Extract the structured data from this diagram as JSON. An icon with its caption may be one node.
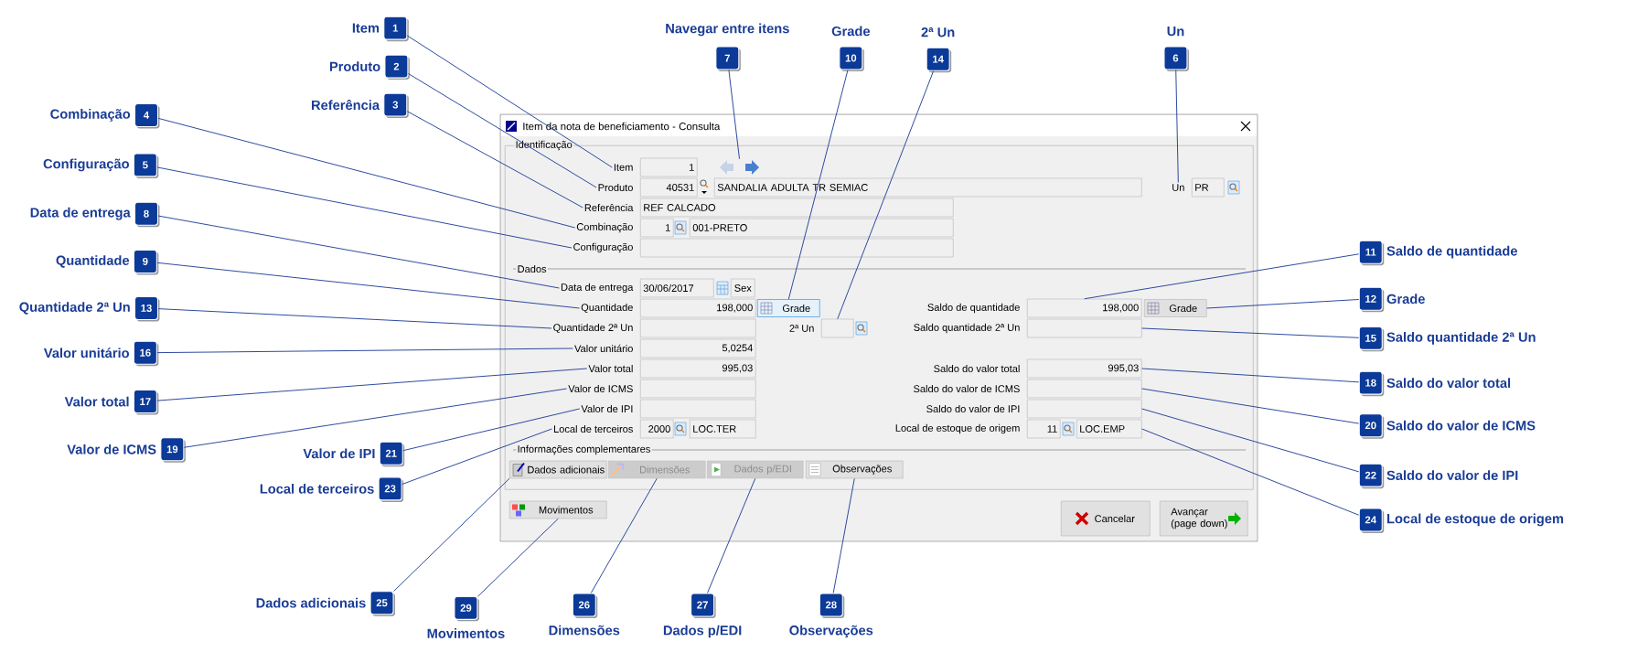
{
  "diagram": {
    "nodes": [
      {
        "text": [
          "Item da nota de beneficiamento - Consulta"
        ]
      },
      {
        "text": [
          "Identificação"
        ],
        "in": 0
      },
      {
        "text": [
          "Item"
        ],
        "in": 1
      },
      {
        "text": [
          "1"
        ],
        "in": 1
      },
      {
        "text": [],
        "shape": "picture",
        "in": 1
      },
      {
        "text": [
          "Produto"
        ],
        "in": 1
      },
      {
        "text": [
          "40531"
        ],
        "in": 1
      },
      {
        "text": [
          "SANDALIA ADULTA TR SEMIAC"
        ],
        "in": 1
      },
      {
        "text": [
          "Un"
        ],
        "in": 1
      },
      {
        "text": [
          "PR"
        ],
        "in": 1
      },
      {
        "text": [
          "Referência"
        ],
        "in": 1
      },
      {
        "text": [
          "REF CALCADO"
        ],
        "in": 1
      },
      {
        "text": [
          "Combinação"
        ],
        "in": 1
      },
      {
        "text": [
          "1"
        ],
        "in": 1
      },
      {
        "text": [
          "001-PRETO"
        ],
        "in": 1
      },
      {
        "text": [
          "Configuração"
        ],
        "in": 1
      },
      {
        "text": [],
        "shape": "box",
        "in": 1
      },
      {
        "text": [
          "Data de entrega"
        ],
        "in": 1
      },
      {
        "text": [
          "30/06/2017"
        ],
        "in": 1
      },
      {
        "text": [
          "Sex"
        ],
        "in": 1
      },
      {
        "text": [
          "Quantidade"
        ],
        "in": 1
      },
      {
        "text": [
          "198,000"
        ],
        "in": 1
      },
      {
        "text": [
          "Grade"
        ],
        "in": 1
      },
      {
        "text": [
          "Quantidade 2ª Un"
        ],
        "in": 1
      },
      {
        "text": [],
        "shape": "box",
        "in": 1
      },
      {
        "text": [],
        "shape": "box",
        "in": 1
      },
      {
        "text": [
          "198,000"
        ],
        "in": 1
      },
      {
        "text": [
          "Grade"
        ],
        "in": 1
      },
      {
        "text": [],
        "shape": "box",
        "in": 1
      },
      {
        "text": [
          "Valor unitário"
        ],
        "in": 1
      },
      {
        "text": [
          "5,0254"
        ],
        "in": 1
      },
      {
        "text": [
          "Valor total"
        ],
        "in": 1
      },
      {
        "text": [
          "995,03"
        ],
        "in": 1
      },
      {
        "text": [
          "995,03"
        ],
        "in": 1
      },
      {
        "text": [
          "Valor de ICMS"
        ],
        "in": 1
      },
      {
        "text": [],
        "shape": "box",
        "in": 1
      },
      {
        "text": [],
        "shape": "box",
        "in": 1
      },
      {
        "text": [
          "Valor de IPI"
        ],
        "in": 1
      },
      {
        "text": [],
        "shape": "box",
        "in": 1
      },
      {
        "text": [],
        "shape": "box",
        "in": 1
      },
      {
        "text": [
          "Local de terceiros"
        ],
        "in": 1
      },
      {
        "text": [
          "2000"
        ],
        "in": 1
      },
      {
        "text": [
          "LOC.TER"
        ],
        "in": 1
      },
      {
        "text": [
          "11"
        ],
        "in": 1
      },
      {
        "text": [
          "LOC.EMP"
        ],
        "in": 1
      },
      {
        "text": [
          "Dados adicionais"
        ],
        "in": 1
      },
      {
        "text": [
          "Dimensões"
        ],
        "in": 1
      },
      {
        "text": [
          "Dados p/EDI"
        ],
        "in": 1
      },
      {
        "text": [
          "Observações"
        ],
        "in": 1
      },
      {
        "text": [
          "Movimentos"
        ],
        "in": 0
      },
      {
        "text": [
          "Cancelar"
        ],
        "in": 0
      },
      {
        "text": [
          "Avançar (page down)"
        ],
        "in": 0
      },
      {
        "text": [
          "1"
        ],
        "beside": [
          "Item"
        ]
      },
      {
        "text": [
          "2"
        ],
        "beside": [
          "Produto"
        ]
      },
      {
        "text": [
          "3"
        ],
        "beside": [
          "Referência"
        ]
      },
      {
        "text": [
          "4"
        ],
        "beside": [
          "Combinação"
        ]
      },
      {
        "text": [
          "5"
        ],
        "beside": [
          "Configuração"
        ]
      },
      {
        "text": [
          "6"
        ],
        "beside": [
          "Un"
        ]
      },
      {
        "text": [
          "7"
        ],
        "beside": [
          "Navegar entre itens"
        ]
      },
      {
        "text": [
          "8"
        ],
        "beside": [
          "Data de entrega"
        ]
      },
      {
        "text": [
          "9"
        ],
        "beside": [
          "Quantidade"
        ]
      },
      {
        "text": [
          "10"
        ],
        "beside": [
          "Grade"
        ]
      },
      {
        "text": [
          "11"
        ],
        "beside": [
          "Saldo de quantidade"
        ]
      },
      {
        "text": [
          "12"
        ],
        "beside": [
          "Grade"
        ]
      },
      {
        "text": [
          "13"
        ],
        "beside": [
          "Quantidade 2ª Un"
        ]
      },
      {
        "text": [
          "14"
        ],
        "beside": [
          "2ª Un"
        ]
      },
      {
        "text": [
          "15"
        ],
        "beside": [
          "Saldo quantidade 2ª Un"
        ]
      },
      {
        "text": [
          "16"
        ],
        "beside": [
          "Valor unitário"
        ]
      },
      {
        "text": [
          "17"
        ],
        "beside": [
          "Valor total"
        ]
      },
      {
        "text": [
          "18"
        ],
        "beside": [
          "Saldo do valor total"
        ]
      },
      {
        "text": [
          "19"
        ],
        "beside": [
          "Valor de ICMS"
        ]
      },
      {
        "text": [
          "20"
        ],
        "beside": [
          "Saldo do valor de ICMS"
        ]
      },
      {
        "text": [
          "21"
        ],
        "beside": [
          "Valor de IPI"
        ]
      },
      {
        "text": [
          "22"
        ],
        "beside": [
          "Saldo do valor de IPI"
        ]
      },
      {
        "text": [
          "23"
        ],
        "beside": [
          "Local de terceiros"
        ]
      },
      {
        "text": [
          "24"
        ],
        "beside": [
          "Local de estoque de origem"
        ]
      },
      {
        "text": [
          "25"
        ],
        "beside": [
          "Dados adicionais"
        ]
      },
      {
        "text": [
          "26"
        ],
        "beside": [
          "Dimensões"
        ]
      },
      {
        "text": [
          "27"
        ],
        "beside": [
          "Dados p/EDI"
        ]
      },
      {
        "text": [
          "28"
        ],
        "beside": [
          "Observações"
        ]
      },
      {
        "text": [
          "29"
        ],
        "beside": [
          "Movimentos"
        ]
      }
    ],
    "edges": [
      {
        "from": 52,
        "to": 2,
        "arrow": "none"
      },
      {
        "from": 53,
        "to": 5,
        "arrow": "none"
      },
      {
        "from": 54,
        "to": 10,
        "arrow": "none"
      },
      {
        "from": 55,
        "to": 12,
        "arrow": "none"
      },
      {
        "from": 56,
        "to": 15,
        "arrow": "none"
      },
      {
        "from": 57,
        "to": 8,
        "arrow": "none"
      },
      {
        "from": 58,
        "to": 4,
        "arrow": "none"
      },
      {
        "from": 59,
        "to": 17,
        "arrow": "none"
      },
      {
        "from": 60,
        "to": 20,
        "arrow": "none"
      },
      {
        "from": 61,
        "to": 22,
        "arrow": "none"
      },
      {
        "from": 62,
        "to": 26,
        "arrow": "none"
      },
      {
        "from": 63,
        "to": 27,
        "arrow": "none"
      },
      {
        "from": 64,
        "to": 23,
        "arrow": "none"
      },
      {
        "from": 65,
        "to": 25,
        "arrow": "none"
      },
      {
        "from": 66,
        "to": 28,
        "arrow": "none"
      },
      {
        "from": 67,
        "to": 29,
        "arrow": "none"
      },
      {
        "from": 68,
        "to": 31,
        "arrow": "none"
      },
      {
        "from": 69,
        "to": 33,
        "arrow": "none"
      },
      {
        "from": 70,
        "to": 34,
        "arrow": "none"
      },
      {
        "from": 71,
        "to": 36,
        "arrow": "none"
      },
      {
        "from": 72,
        "to": 37,
        "arrow": "none"
      },
      {
        "from": 73,
        "to": 39,
        "arrow": "none"
      },
      {
        "from": 74,
        "to": 40,
        "arrow": "none"
      },
      {
        "from": 75,
        "to": 44,
        "arrow": "none"
      },
      {
        "from": 76,
        "to": 45,
        "arrow": "none"
      },
      {
        "from": 77,
        "to": 46,
        "arrow": "none"
      },
      {
        "from": 78,
        "to": 47,
        "arrow": "none"
      },
      {
        "from": 79,
        "to": 48,
        "arrow": "none"
      },
      {
        "from": 80,
        "to": 49,
        "arrow": "none"
      }
    ],
    "labels": [
      "Dados",
      "Saldo de quantidade",
      "2ª Un",
      "Saldo quantidade 2ª Un",
      "Saldo do valor total",
      "Saldo do valor de ICMS",
      "Saldo do valor de IPI",
      "Local de estoque de origem",
      "Informações complementares"
    ]
  }
}
